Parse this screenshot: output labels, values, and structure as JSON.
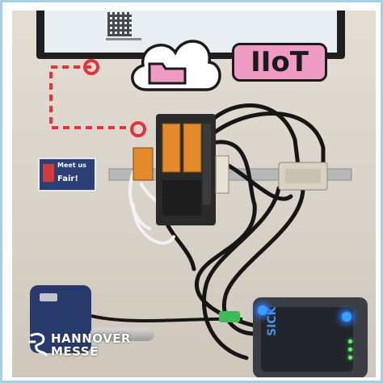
{
  "overlay": {
    "label": "IIoT",
    "cloud_icon": "cloud-folder-icon",
    "connector_color": "#e2343a",
    "label_bg_color": "#ef9cc4"
  },
  "poster": {
    "line1": "Meet us",
    "line2": "Fair!"
  },
  "sensor_brand": "SICK",
  "event_brand": {
    "line1": "HANNOVER",
    "line2": "MESSE"
  },
  "colors": {
    "frame": "#a9cfe3",
    "accent_blue_led": "#3aa0ff",
    "module_orange": "#e28a2c"
  }
}
